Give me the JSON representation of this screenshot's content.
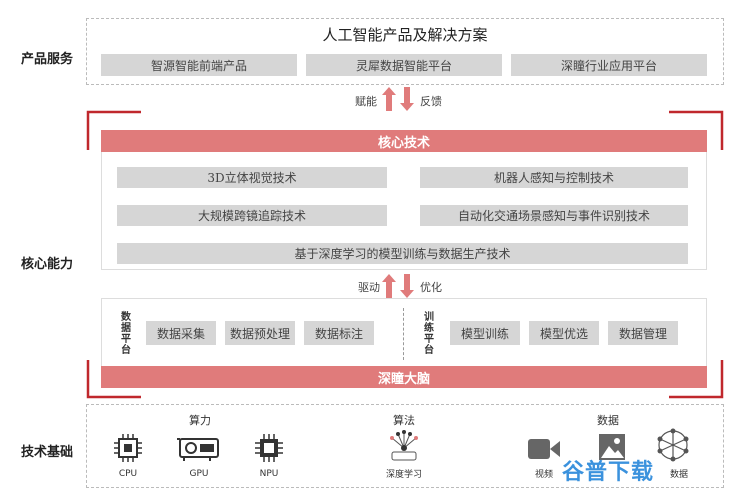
{
  "layers": {
    "product_services": "产品服务",
    "core_capability": "核心能力",
    "tech_foundation": "技术基础"
  },
  "products": {
    "title": "人工智能产品及解决方案",
    "items": [
      "智源智能前端产品",
      "灵犀数据智能平台",
      "深瞳行业应用平台"
    ]
  },
  "arrows_top": {
    "up": "赋能",
    "down": "反馈"
  },
  "core_tech": {
    "title": "核心技术",
    "items": [
      "3D立体视觉技术",
      "机器人感知与控制技术",
      "大规模跨镜追踪技术",
      "自动化交通场景感知与事件识别技术"
    ],
    "wide_item": "基于深度学习的模型训练与数据生产技术"
  },
  "arrows_mid": {
    "up": "驱动",
    "down": "优化"
  },
  "data_platform": {
    "label": "数据平台",
    "items": [
      "数据采集",
      "数据预处理",
      "数据标注"
    ]
  },
  "training_platform": {
    "label": "训练平台",
    "items": [
      "模型训练",
      "模型优选",
      "数据管理"
    ]
  },
  "brain": "深瞳大脑",
  "foundation": {
    "compute": {
      "title": "算力",
      "items": [
        "CPU",
        "GPU",
        "NPU"
      ]
    },
    "algorithm": {
      "title": "算法",
      "items": [
        "深度学习"
      ]
    },
    "data": {
      "title": "数据",
      "items": [
        "视频",
        "数据"
      ]
    }
  },
  "watermark": "谷普下载",
  "colors": {
    "accent_red": "#e07b7b",
    "frame_red": "#c0282d",
    "gray_box": "#d6d6d6"
  },
  "icons": [
    "cpu-chip-icon",
    "gpu-card-icon",
    "npu-chip-icon",
    "neural-network-icon",
    "video-camera-icon",
    "image-icon",
    "data-network-icon"
  ]
}
